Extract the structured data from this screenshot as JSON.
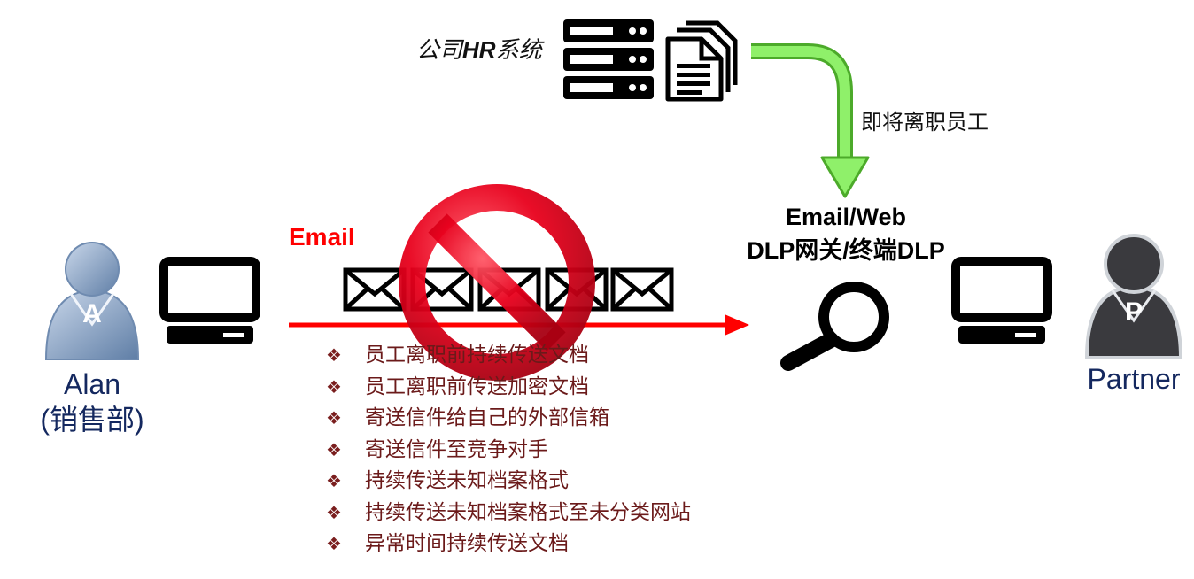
{
  "hr_system": {
    "prefix": "公司",
    "bold": "HR",
    "suffix": "系统"
  },
  "flow_label": "即将离职员工",
  "dlp": {
    "line1": "Email/Web",
    "line2": "DLP网关/终端DLP"
  },
  "email_label": "Email",
  "sender": {
    "initial": "A",
    "name": "Alan",
    "dept": "(销售部)"
  },
  "receiver": {
    "initial": "P",
    "name": "Partner"
  },
  "behaviors": [
    "员工离职前持续传送文档",
    "员工离职前传送加密文档",
    "寄送信件给自己的外部信箱",
    "寄送信件至竞争对手",
    "持续传送未知档案格式",
    "持续传送未知档案格式至未分类网站",
    "异常时间持续传送文档"
  ],
  "bullet_glyph": "❖",
  "colors": {
    "arrow_red": "#ff0000",
    "flow_green": "#66dd44",
    "prohibit_red": "#e8001c",
    "person_blue": "#8aa4c4",
    "person_dark": "#3a3a3e",
    "name_navy": "#14285f",
    "bullet_text": "#6b1a1a"
  },
  "icons": [
    "server-icon",
    "documents-icon",
    "computer-icon",
    "envelope-icon",
    "prohibited-icon",
    "magnifier-icon",
    "person-icon"
  ]
}
